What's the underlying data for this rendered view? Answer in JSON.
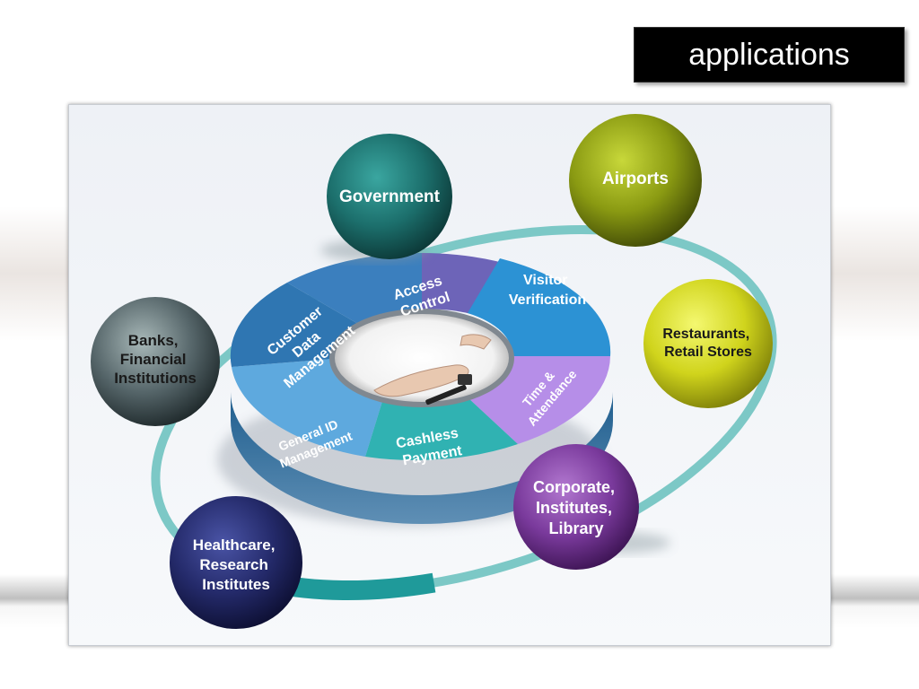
{
  "slide": {
    "title": "applications"
  },
  "diagram": {
    "segments": [
      {
        "id": "customer",
        "lines": [
          "Customer",
          "Data",
          "Management"
        ],
        "color": "#2f78b6"
      },
      {
        "id": "access",
        "lines": [
          "Access",
          "Control"
        ],
        "color": "#6a62b6"
      },
      {
        "id": "visitor",
        "lines": [
          "Visitor",
          "Verification"
        ],
        "color": "#2a8fd0"
      },
      {
        "id": "time",
        "lines": [
          "Time &",
          "Attendance"
        ],
        "color": "#b48ce8"
      },
      {
        "id": "cashless",
        "lines": [
          "Cashless",
          "Payment"
        ],
        "color": "#2fb0b0"
      },
      {
        "id": "general",
        "lines": [
          "General ID",
          "Management"
        ],
        "color": "#5aa8de"
      }
    ],
    "spheres": [
      {
        "id": "government",
        "lines": [
          "Government"
        ],
        "color": "#1c6f6c"
      },
      {
        "id": "airports",
        "lines": [
          "Airports"
        ],
        "color": "#8a9a12"
      },
      {
        "id": "restaurants",
        "lines": [
          "Restaurants,",
          "Retail Stores"
        ],
        "color": "#d8dc1e"
      },
      {
        "id": "corporate",
        "lines": [
          "Corporate,",
          "Institutes,",
          "Library"
        ],
        "color": "#7a3a9c"
      },
      {
        "id": "healthcare",
        "lines": [
          "Healthcare,",
          "Research",
          "Institutes"
        ],
        "color": "#242a6a"
      },
      {
        "id": "banks",
        "lines": [
          "Banks,",
          "Financial",
          "Institutions"
        ],
        "color": "#4a5658"
      }
    ],
    "colors": {
      "orbit": "#2ea6a6",
      "frame_bg": "#eef2f8"
    }
  }
}
